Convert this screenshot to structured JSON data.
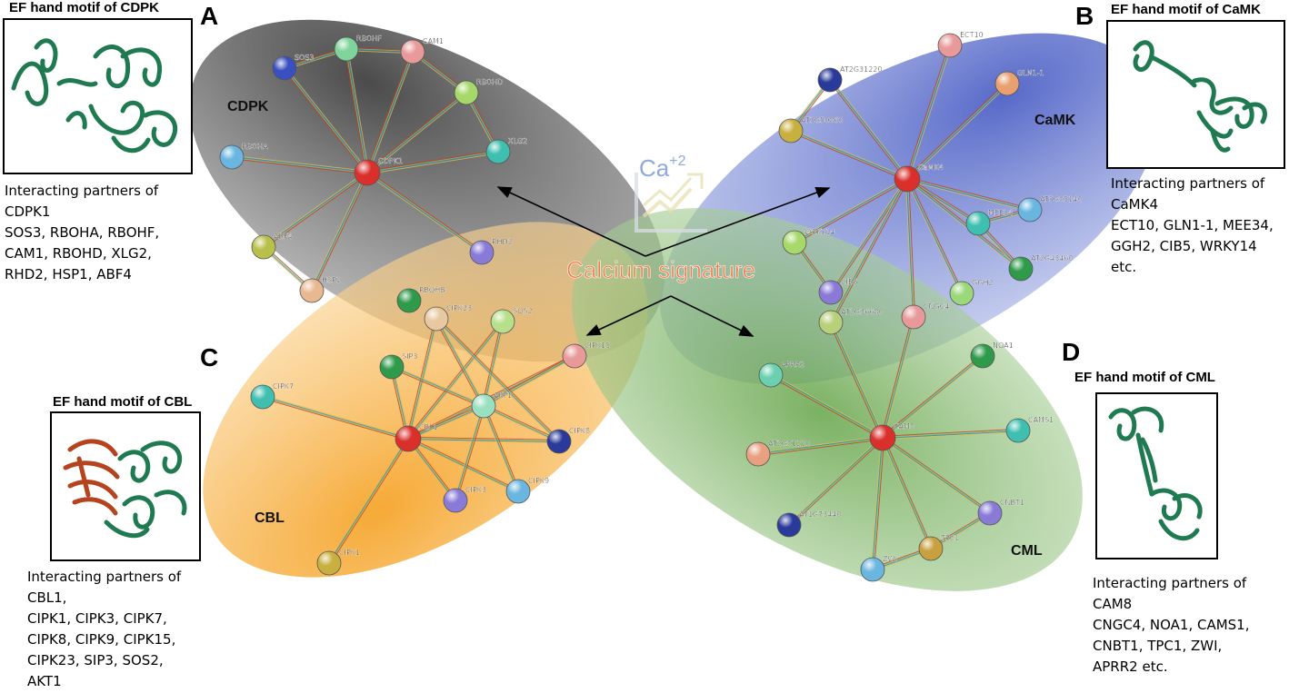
{
  "panels": {
    "A": {
      "letter": "A",
      "motif_title": "EF hand motif of CDPK",
      "partners": [
        "Interacting partners of",
        "CDPK1",
        "SOS3, RBOHA, RBOHF,",
        "CAM1, RBOHD, XLG2,",
        "RHD2, HSP1, ABF4"
      ]
    },
    "B": {
      "letter": "B",
      "motif_title": "EF hand motif of CaMK",
      "partners": [
        "Interacting partners of",
        "CaMK4",
        "ECT10, GLN1-1, MEE34,",
        "GGH2, CIB5, WRKY14",
        "etc."
      ]
    },
    "C": {
      "letter": "C",
      "motif_title": "EF hand motif of CBL",
      "partners": [
        "Interacting partners of",
        "CBL1,",
        "CIPK1, CIPK3, CIPK7,",
        "CIPK8, CIPK9, CIPK15,",
        "CIPK23, SIP3, SOS2,",
        "AKT1"
      ]
    },
    "D": {
      "letter": "D",
      "motif_title": "EF hand motif of CML",
      "partners": [
        "Interacting partners of",
        "CAM8",
        "CNGC4, NOA1, CAMS1,",
        "CNBT1, TPC1, ZWI,",
        "APRR2 etc."
      ]
    }
  },
  "center": {
    "label": "Calcium signature",
    "ion": "Ca",
    "charge": "+2"
  },
  "groups": [
    {
      "id": "CDPK",
      "label": "CDPK",
      "color": "#3c3c3c"
    },
    {
      "id": "CaMK",
      "label": "CaMK",
      "color": "#4a5fbf"
    },
    {
      "id": "CBL",
      "label": "CBL",
      "color": "#f5a623"
    },
    {
      "id": "CML",
      "label": "CML",
      "color": "#6aa84f"
    }
  ],
  "colors": {
    "hub": "#d9302c",
    "center_text": "#f07a4a",
    "arrow": "#000000",
    "protein_green": "#1f7a52",
    "protein_red": "#b5431e"
  },
  "networks": [
    {
      "hub": "CDPK1",
      "nodes": [
        {
          "name": "CDPK1",
          "color": "#d9302c"
        },
        {
          "name": "SOS3",
          "color": "#3a4fc0"
        },
        {
          "name": "RBOHF",
          "color": "#7ed49a"
        },
        {
          "name": "CAM1",
          "color": "#e89a9a"
        },
        {
          "name": "RBOHD",
          "color": "#a6d86a"
        },
        {
          "name": "XLG2",
          "color": "#3fbfb0"
        },
        {
          "name": "RBOHA",
          "color": "#6ab6e0"
        },
        {
          "name": "ABF4",
          "color": "#b8c04a"
        },
        {
          "name": "HSP1",
          "color": "#e8b890"
        },
        {
          "name": "RHD2",
          "color": "#8a7ad8"
        }
      ],
      "edges": [
        [
          "CDPK1",
          "SOS3"
        ],
        [
          "CDPK1",
          "RBOHF"
        ],
        [
          "CDPK1",
          "CAM1"
        ],
        [
          "CDPK1",
          "RBOHD"
        ],
        [
          "CDPK1",
          "XLG2"
        ],
        [
          "CDPK1",
          "RBOHA"
        ],
        [
          "CDPK1",
          "ABF4"
        ],
        [
          "CDPK1",
          "HSP1"
        ],
        [
          "CDPK1",
          "RHD2"
        ],
        [
          "SOS3",
          "RBOHF"
        ],
        [
          "RBOHF",
          "CAM1"
        ],
        [
          "CAM1",
          "RBOHD"
        ],
        [
          "RBOHD",
          "XLG2"
        ],
        [
          "ABF4",
          "HSP1"
        ]
      ]
    },
    {
      "hub": "CaMK4",
      "nodes": [
        {
          "name": "CaMK4",
          "color": "#d9302c"
        },
        {
          "name": "ECT10",
          "color": "#e89a9a"
        },
        {
          "name": "AT2G31220",
          "color": "#2a3a9a"
        },
        {
          "name": "GLN1-1",
          "color": "#e8a070"
        },
        {
          "name": "AT3G50860",
          "color": "#c8b040"
        },
        {
          "name": "AT5G05140",
          "color": "#6ab6e0"
        },
        {
          "name": "MEE34",
          "color": "#3fbfb0"
        },
        {
          "name": "AT2G43460",
          "color": "#2e9a4a"
        },
        {
          "name": "WRKY14",
          "color": "#a6d86a"
        },
        {
          "name": "GGH2",
          "color": "#9ad87a"
        },
        {
          "name": "CIB5",
          "color": "#8a7ad8"
        },
        {
          "name": "CNGC4",
          "color": "#e89a9a"
        },
        {
          "name": "AT2G36680",
          "color": "#b8d07a"
        }
      ],
      "edges": [
        [
          "CaMK4",
          "ECT10"
        ],
        [
          "CaMK4",
          "AT2G31220"
        ],
        [
          "CaMK4",
          "GLN1-1"
        ],
        [
          "CaMK4",
          "AT3G50860"
        ],
        [
          "CaMK4",
          "AT5G05140"
        ],
        [
          "CaMK4",
          "MEE34"
        ],
        [
          "CaMK4",
          "AT2G43460"
        ],
        [
          "CaMK4",
          "WRKY14"
        ],
        [
          "CaMK4",
          "GGH2"
        ],
        [
          "CaMK4",
          "CIB5"
        ],
        [
          "CaMK4",
          "CNGC4"
        ],
        [
          "CaMK4",
          "AT2G36680"
        ],
        [
          "AT2G31220",
          "AT3G50860"
        ],
        [
          "MEE34",
          "AT2G43460"
        ],
        [
          "MEE34",
          "AT5G05140"
        ],
        [
          "WRKY14",
          "CIB5"
        ]
      ]
    },
    {
      "hub": "CBL1",
      "nodes": [
        {
          "name": "CBL1",
          "color": "#d9302c"
        },
        {
          "name": "RBOHB",
          "color": "#2e9a4a"
        },
        {
          "name": "CIPK23",
          "color": "#e8c8a0"
        },
        {
          "name": "SOS2",
          "color": "#b8e08a"
        },
        {
          "name": "SIP3",
          "color": "#2e9a4a"
        },
        {
          "name": "CIPK15",
          "color": "#e89a9a"
        },
        {
          "name": "AKT1",
          "color": "#9ae0c0"
        },
        {
          "name": "CIPK7",
          "color": "#3fbfb0"
        },
        {
          "name": "CIPK8",
          "color": "#2a3a9a"
        },
        {
          "name": "CIPK9",
          "color": "#6ab6e0"
        },
        {
          "name": "CIPK3",
          "color": "#8a7ad8"
        },
        {
          "name": "CIPK1",
          "color": "#c8b040"
        }
      ],
      "edges": [
        [
          "CBL1",
          "CIPK23"
        ],
        [
          "CBL1",
          "SOS2"
        ],
        [
          "CBL1",
          "SIP3"
        ],
        [
          "CBL1",
          "CIPK15"
        ],
        [
          "CBL1",
          "AKT1"
        ],
        [
          "CBL1",
          "CIPK7"
        ],
        [
          "CBL1",
          "CIPK8"
        ],
        [
          "CBL1",
          "CIPK9"
        ],
        [
          "CBL1",
          "CIPK3"
        ],
        [
          "CBL1",
          "CIPK1"
        ],
        [
          "AKT1",
          "CIPK23"
        ],
        [
          "AKT1",
          "SOS2"
        ],
        [
          "AKT1",
          "SIP3"
        ],
        [
          "AKT1",
          "CIPK15"
        ],
        [
          "AKT1",
          "CIPK8"
        ],
        [
          "AKT1",
          "CIPK9"
        ],
        [
          "AKT1",
          "CIPK3"
        ],
        [
          "CIPK23",
          "CIPK8"
        ]
      ]
    },
    {
      "hub": "CAM8",
      "nodes": [
        {
          "name": "CAM8",
          "color": "#d9302c"
        },
        {
          "name": "NOA1",
          "color": "#2e9a4a"
        },
        {
          "name": "APRR2",
          "color": "#6ad0b0"
        },
        {
          "name": "CAMS1",
          "color": "#3fbfb0"
        },
        {
          "name": "AT2G01210",
          "color": "#e8a080"
        },
        {
          "name": "CNBT1",
          "color": "#8a7ad8"
        },
        {
          "name": "AT1G73440",
          "color": "#2a3a9a"
        },
        {
          "name": "TPC1",
          "color": "#c8a040"
        },
        {
          "name": "ZWI",
          "color": "#6ab6e0"
        }
      ],
      "edges": [
        [
          "CAM8",
          "NOA1"
        ],
        [
          "CAM8",
          "APRR2"
        ],
        [
          "CAM8",
          "CAMS1"
        ],
        [
          "CAM8",
          "AT2G01210"
        ],
        [
          "CAM8",
          "CNBT1"
        ],
        [
          "CAM8",
          "AT1G73440"
        ],
        [
          "CAM8",
          "TPC1"
        ],
        [
          "CAM8",
          "ZWI"
        ],
        [
          "CAM8",
          "CNGC4"
        ],
        [
          "CAM8",
          "AT2G36680"
        ],
        [
          "ZWI",
          "TPC1"
        ],
        [
          "TPC1",
          "CNBT1"
        ]
      ]
    }
  ]
}
